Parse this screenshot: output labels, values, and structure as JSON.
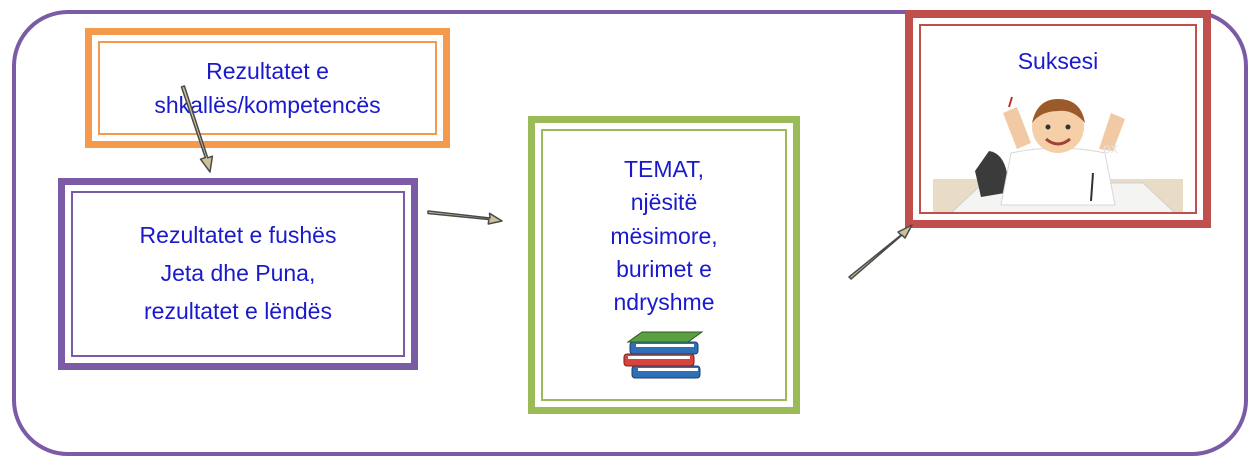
{
  "boxes": {
    "competence": {
      "lines": [
        "Rezultatet e",
        "shkallës/kompetencës"
      ]
    },
    "field": {
      "lines": [
        "Rezultatet e fushës",
        "Jeta dhe Puna,",
        "rezultatet e lëndës"
      ]
    },
    "topics": {
      "lines": [
        "TEMAT,",
        "njësitë",
        "mësimore,",
        "burimet e",
        "ndryshme"
      ]
    },
    "success": {
      "lines": [
        "Suksesi"
      ]
    }
  },
  "colors": {
    "frame": "#7b5ba6",
    "orange": "#f59a4c",
    "purple": "#7b5ba6",
    "green": "#9bbb59",
    "red": "#c0504d",
    "text": "#1a1acc",
    "arrow_fill": "#c9c29b",
    "arrow_stroke": "#4a4a4a"
  },
  "icons": {
    "books": "stack-of-books-icon",
    "success": "boy-thinking-illustration"
  }
}
